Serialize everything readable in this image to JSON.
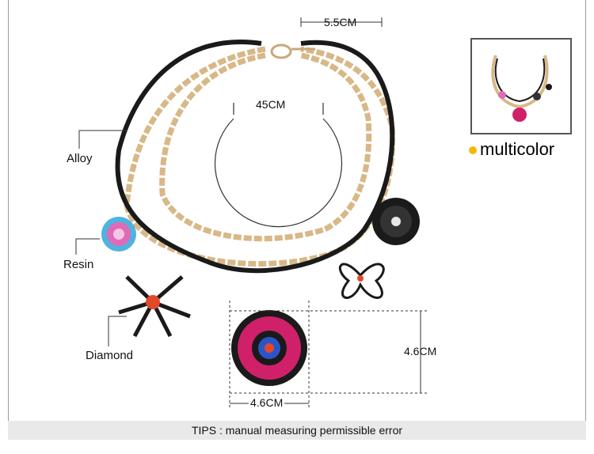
{
  "dimensions": {
    "clasp_length": "5.5CM",
    "circumference": "45CM",
    "pendant_height": "4.6CM",
    "pendant_width": "4.6CM"
  },
  "materials": {
    "alloy": "Alloy",
    "resin": "Resin",
    "diamond": "Diamond"
  },
  "variant": {
    "color_label": "multicolor",
    "swatch_color": "#f5b800"
  },
  "tips": "TIPS : manual measuring permissible error",
  "colors": {
    "chain_gold": "#d8b887",
    "ribbon_black": "#1a1a1a",
    "magenta": "#d0206a",
    "blue": "#2a55c8"
  }
}
